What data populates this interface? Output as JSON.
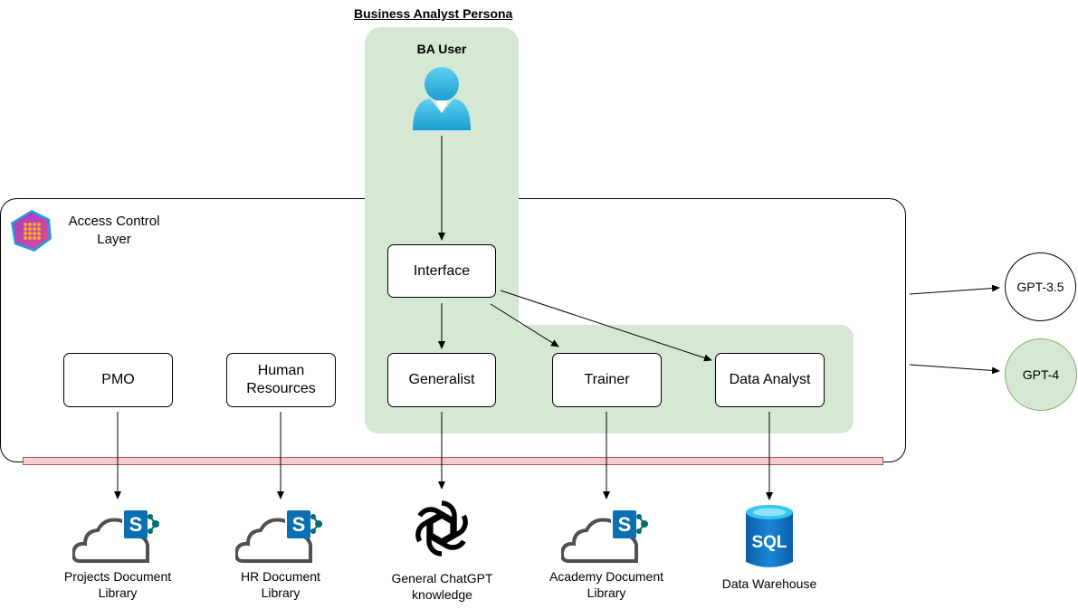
{
  "title": "Business Analyst Persona",
  "persona": {
    "label": "BA User",
    "icon": "user-icon"
  },
  "access_control": {
    "label": "Access Control Layer",
    "icon": "access-control-logo-icon"
  },
  "nodes": {
    "interface": "Interface",
    "generalist": "Generalist",
    "trainer": "Trainer",
    "data_analyst": "Data Analyst",
    "pmo": "PMO",
    "human_resources": "Human Resources"
  },
  "models": {
    "gpt35": "GPT-3.5",
    "gpt4": "GPT-4"
  },
  "sources": {
    "projects_library": {
      "label": "Projects Document Library",
      "icon": "sharepoint-icon"
    },
    "hr_library": {
      "label": "HR Document Library",
      "icon": "sharepoint-icon"
    },
    "chatgpt_knowledge": {
      "label": "General ChatGPT knowledge",
      "icon": "openai-icon"
    },
    "academy_library": {
      "label": "Academy Document Library",
      "icon": "sharepoint-icon"
    },
    "data_warehouse": {
      "label": "Data Warehouse",
      "icon": "sql-database-icon"
    }
  },
  "colors": {
    "persona_bg": "#d5e8d4",
    "gpt4_bg": "#d5e8d4",
    "gpt4_border": "#82b366",
    "bar_fill": "#f8cecc",
    "bar_border": "#b85450",
    "sharepoint": "#036c70"
  }
}
